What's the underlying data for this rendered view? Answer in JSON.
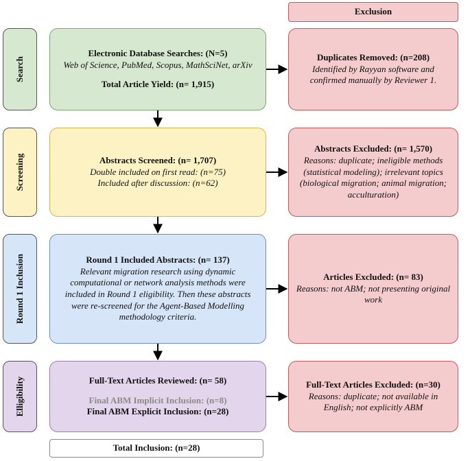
{
  "exclusion_header": "Exclusion",
  "stages": {
    "search": "Search",
    "screening": "Screening",
    "round1": "Round 1 Inclusion",
    "eligibility": "Elligibility"
  },
  "search_box": {
    "title": "Electronic Database Searches: (N=5)",
    "sources": "Web of Science, PubMed, Scopus, MathSciNet, arXiv",
    "yield": "Total Article Yield: (n= 1,915)"
  },
  "screening_box": {
    "title": "Abstracts Screened: (n= 1,707)",
    "line1": "Double included on first read: (n=75)",
    "line2": "Included after discussion: (n=62)"
  },
  "round1_box": {
    "title": "Round 1 Included Abstracts: (n= 137)",
    "body": "Relevant migration research using dynamic computational or network analysis methods were included in Round 1 eligibility. Then these abstracts were re-screened for the Agent-Based Modelling methodology criteria."
  },
  "eligibility_box": {
    "title": "Full-Text Articles Reviewed: (n= 58)",
    "implicit": "Final ABM Implicit Inclusion: (n=8)",
    "explicit": "Final ABM Explicit Inclusion: (n=28)"
  },
  "total_inclusion": "Total Inclusion: (n=28)",
  "excl_search": {
    "title": "Duplicates Removed: (n=208)",
    "body": "Identified by Rayyan software and confirmed manually by Reviewer 1."
  },
  "excl_screening": {
    "title": "Abstracts Excluded: (n= 1,570)",
    "body": "Reasons: duplicate; ineligible methods (statistical modeling); irrelevant topics (biological migration; animal migration; acculturation)"
  },
  "excl_round1": {
    "title": "Articles Excluded: (n= 83)",
    "body": "Reasons: not ABM; not presenting original work"
  },
  "excl_eligibility": {
    "title": "Full-Text Articles Excluded: (n=30)",
    "body": "Reasons: duplicate; not available in English; not explicitly ABM"
  }
}
